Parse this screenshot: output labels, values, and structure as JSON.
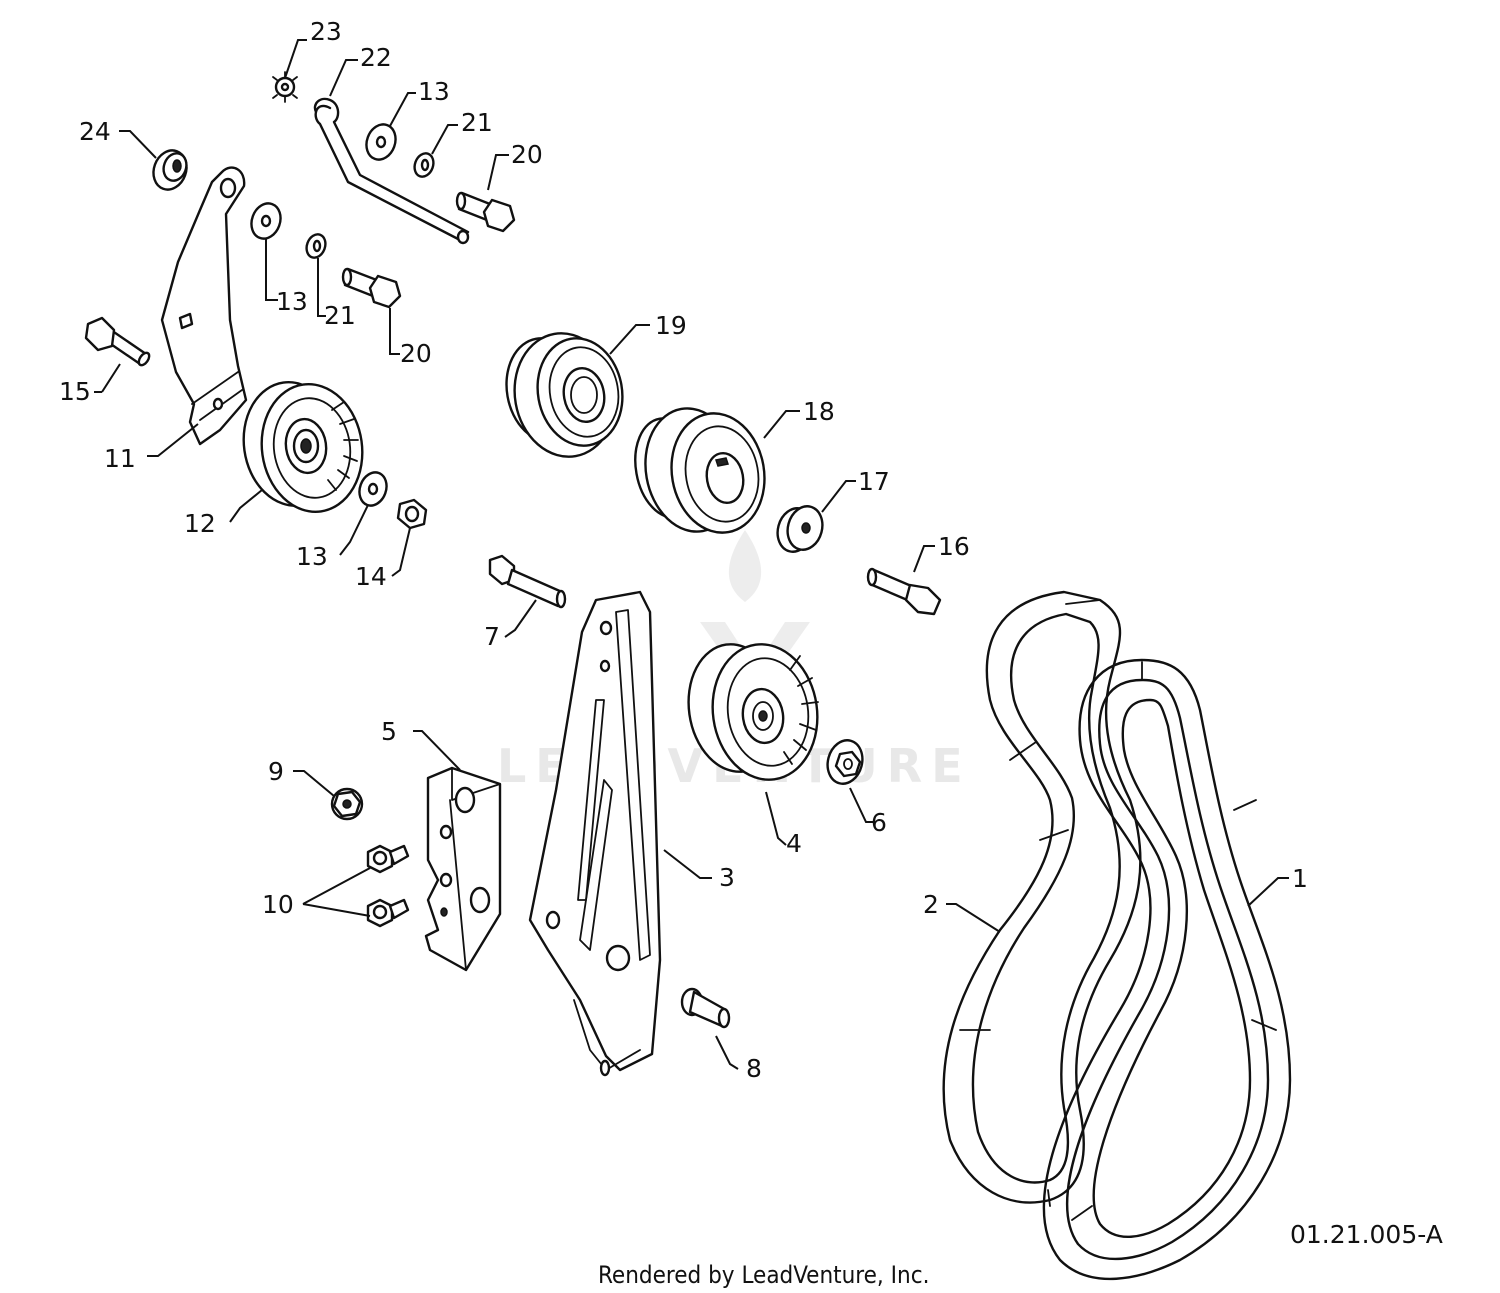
{
  "diagram": {
    "labels": {
      "p1": "1",
      "p2": "2",
      "p3": "3",
      "p4": "4",
      "p5": "5",
      "p6": "6",
      "p7": "7",
      "p8": "8",
      "p9": "9",
      "p10": "10",
      "p11": "11",
      "p12": "12",
      "p13a": "13",
      "p13b": "13",
      "p13c": "13",
      "p14": "14",
      "p15": "15",
      "p16": "16",
      "p17": "17",
      "p18": "18",
      "p19": "19",
      "p20a": "20",
      "p20b": "20",
      "p21a": "21",
      "p21b": "21",
      "p22": "22",
      "p23": "23",
      "p24": "24"
    },
    "diagram_code": "01.21.005-A",
    "footer": "Rendered by LeadVenture, Inc.",
    "watermark": "LEADVENTURE"
  }
}
